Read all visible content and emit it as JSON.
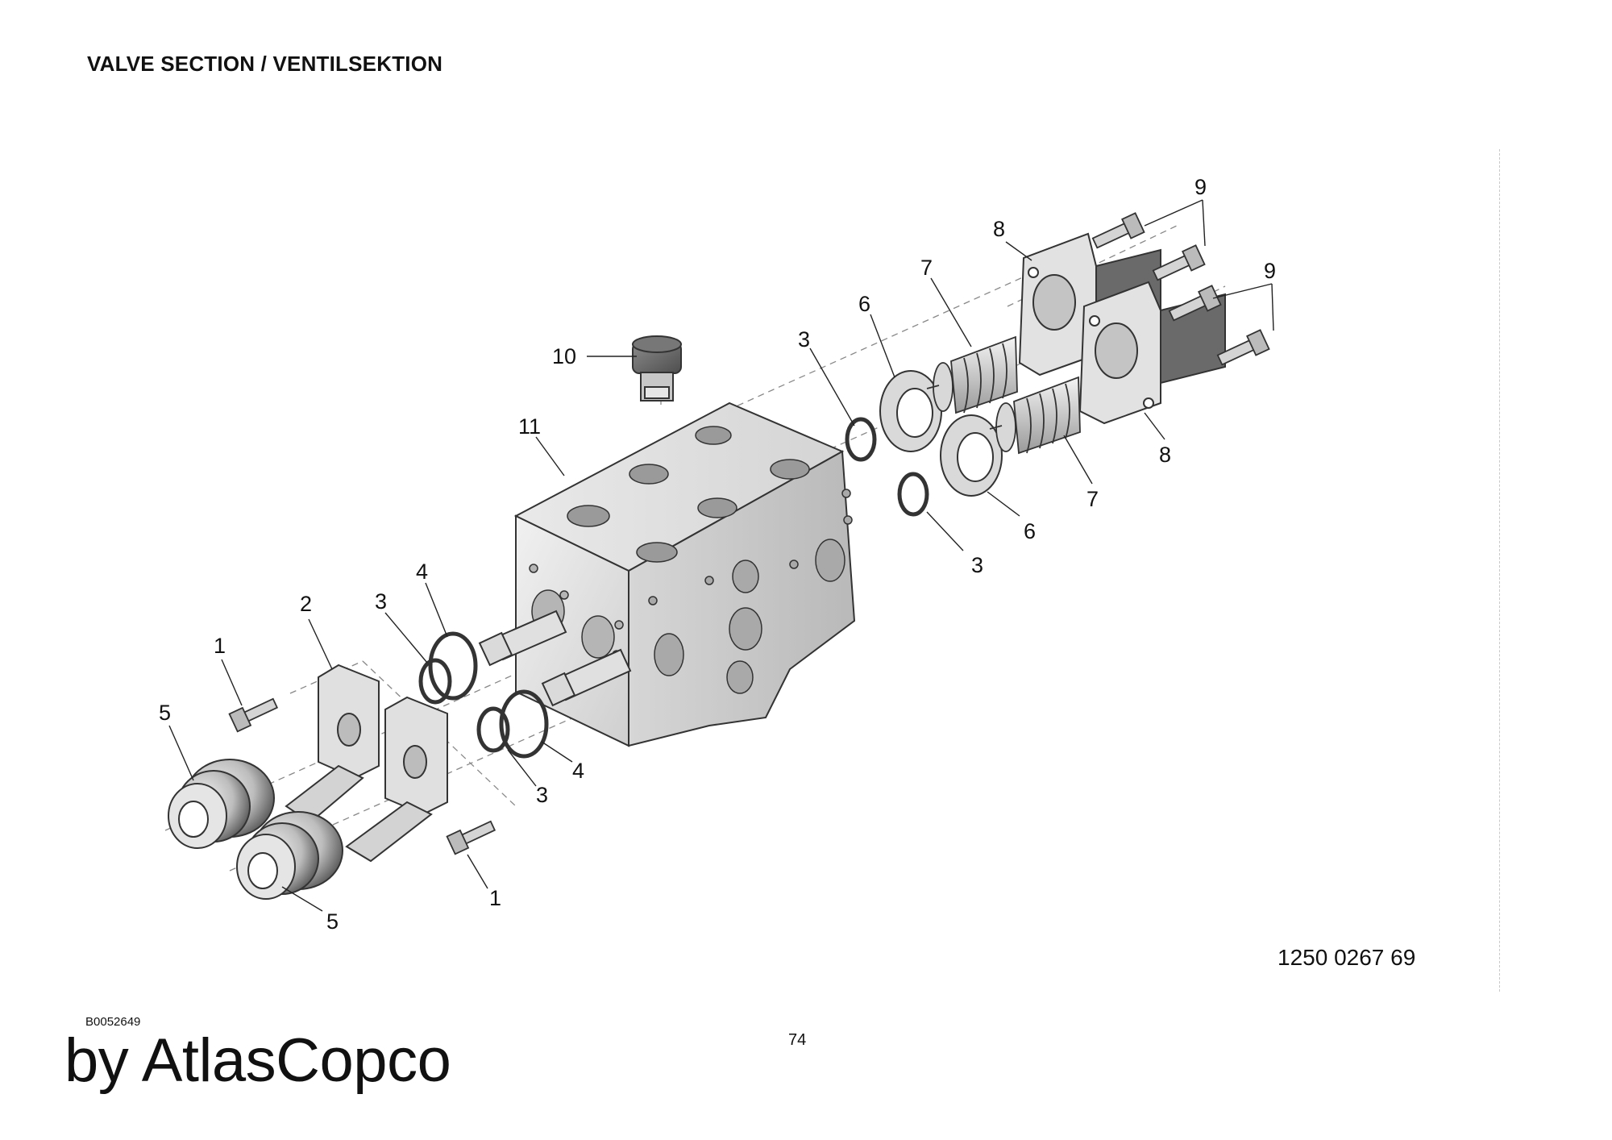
{
  "header": {
    "title": "VALVE SECTION / VENTILSEKTION"
  },
  "diagram": {
    "callouts": [
      {
        "id": "c1a",
        "label": "1"
      },
      {
        "id": "c1b",
        "label": "1"
      },
      {
        "id": "c2",
        "label": "2"
      },
      {
        "id": "c3a",
        "label": "3"
      },
      {
        "id": "c3b",
        "label": "3"
      },
      {
        "id": "c3c",
        "label": "3"
      },
      {
        "id": "c3d",
        "label": "3"
      },
      {
        "id": "c4a",
        "label": "4"
      },
      {
        "id": "c4b",
        "label": "4"
      },
      {
        "id": "c5a",
        "label": "5"
      },
      {
        "id": "c5b",
        "label": "5"
      },
      {
        "id": "c6a",
        "label": "6"
      },
      {
        "id": "c6b",
        "label": "6"
      },
      {
        "id": "c7a",
        "label": "7"
      },
      {
        "id": "c7b",
        "label": "7"
      },
      {
        "id": "c8a",
        "label": "8"
      },
      {
        "id": "c8b",
        "label": "8"
      },
      {
        "id": "c9a",
        "label": "9"
      },
      {
        "id": "c9b",
        "label": "9"
      },
      {
        "id": "c10",
        "label": "10"
      },
      {
        "id": "c11",
        "label": "11"
      }
    ]
  },
  "footer": {
    "drawing_number": "1250 0267 69",
    "image_ref": "B0052649",
    "page_number": "74",
    "brand": "by AtlasCopco"
  }
}
